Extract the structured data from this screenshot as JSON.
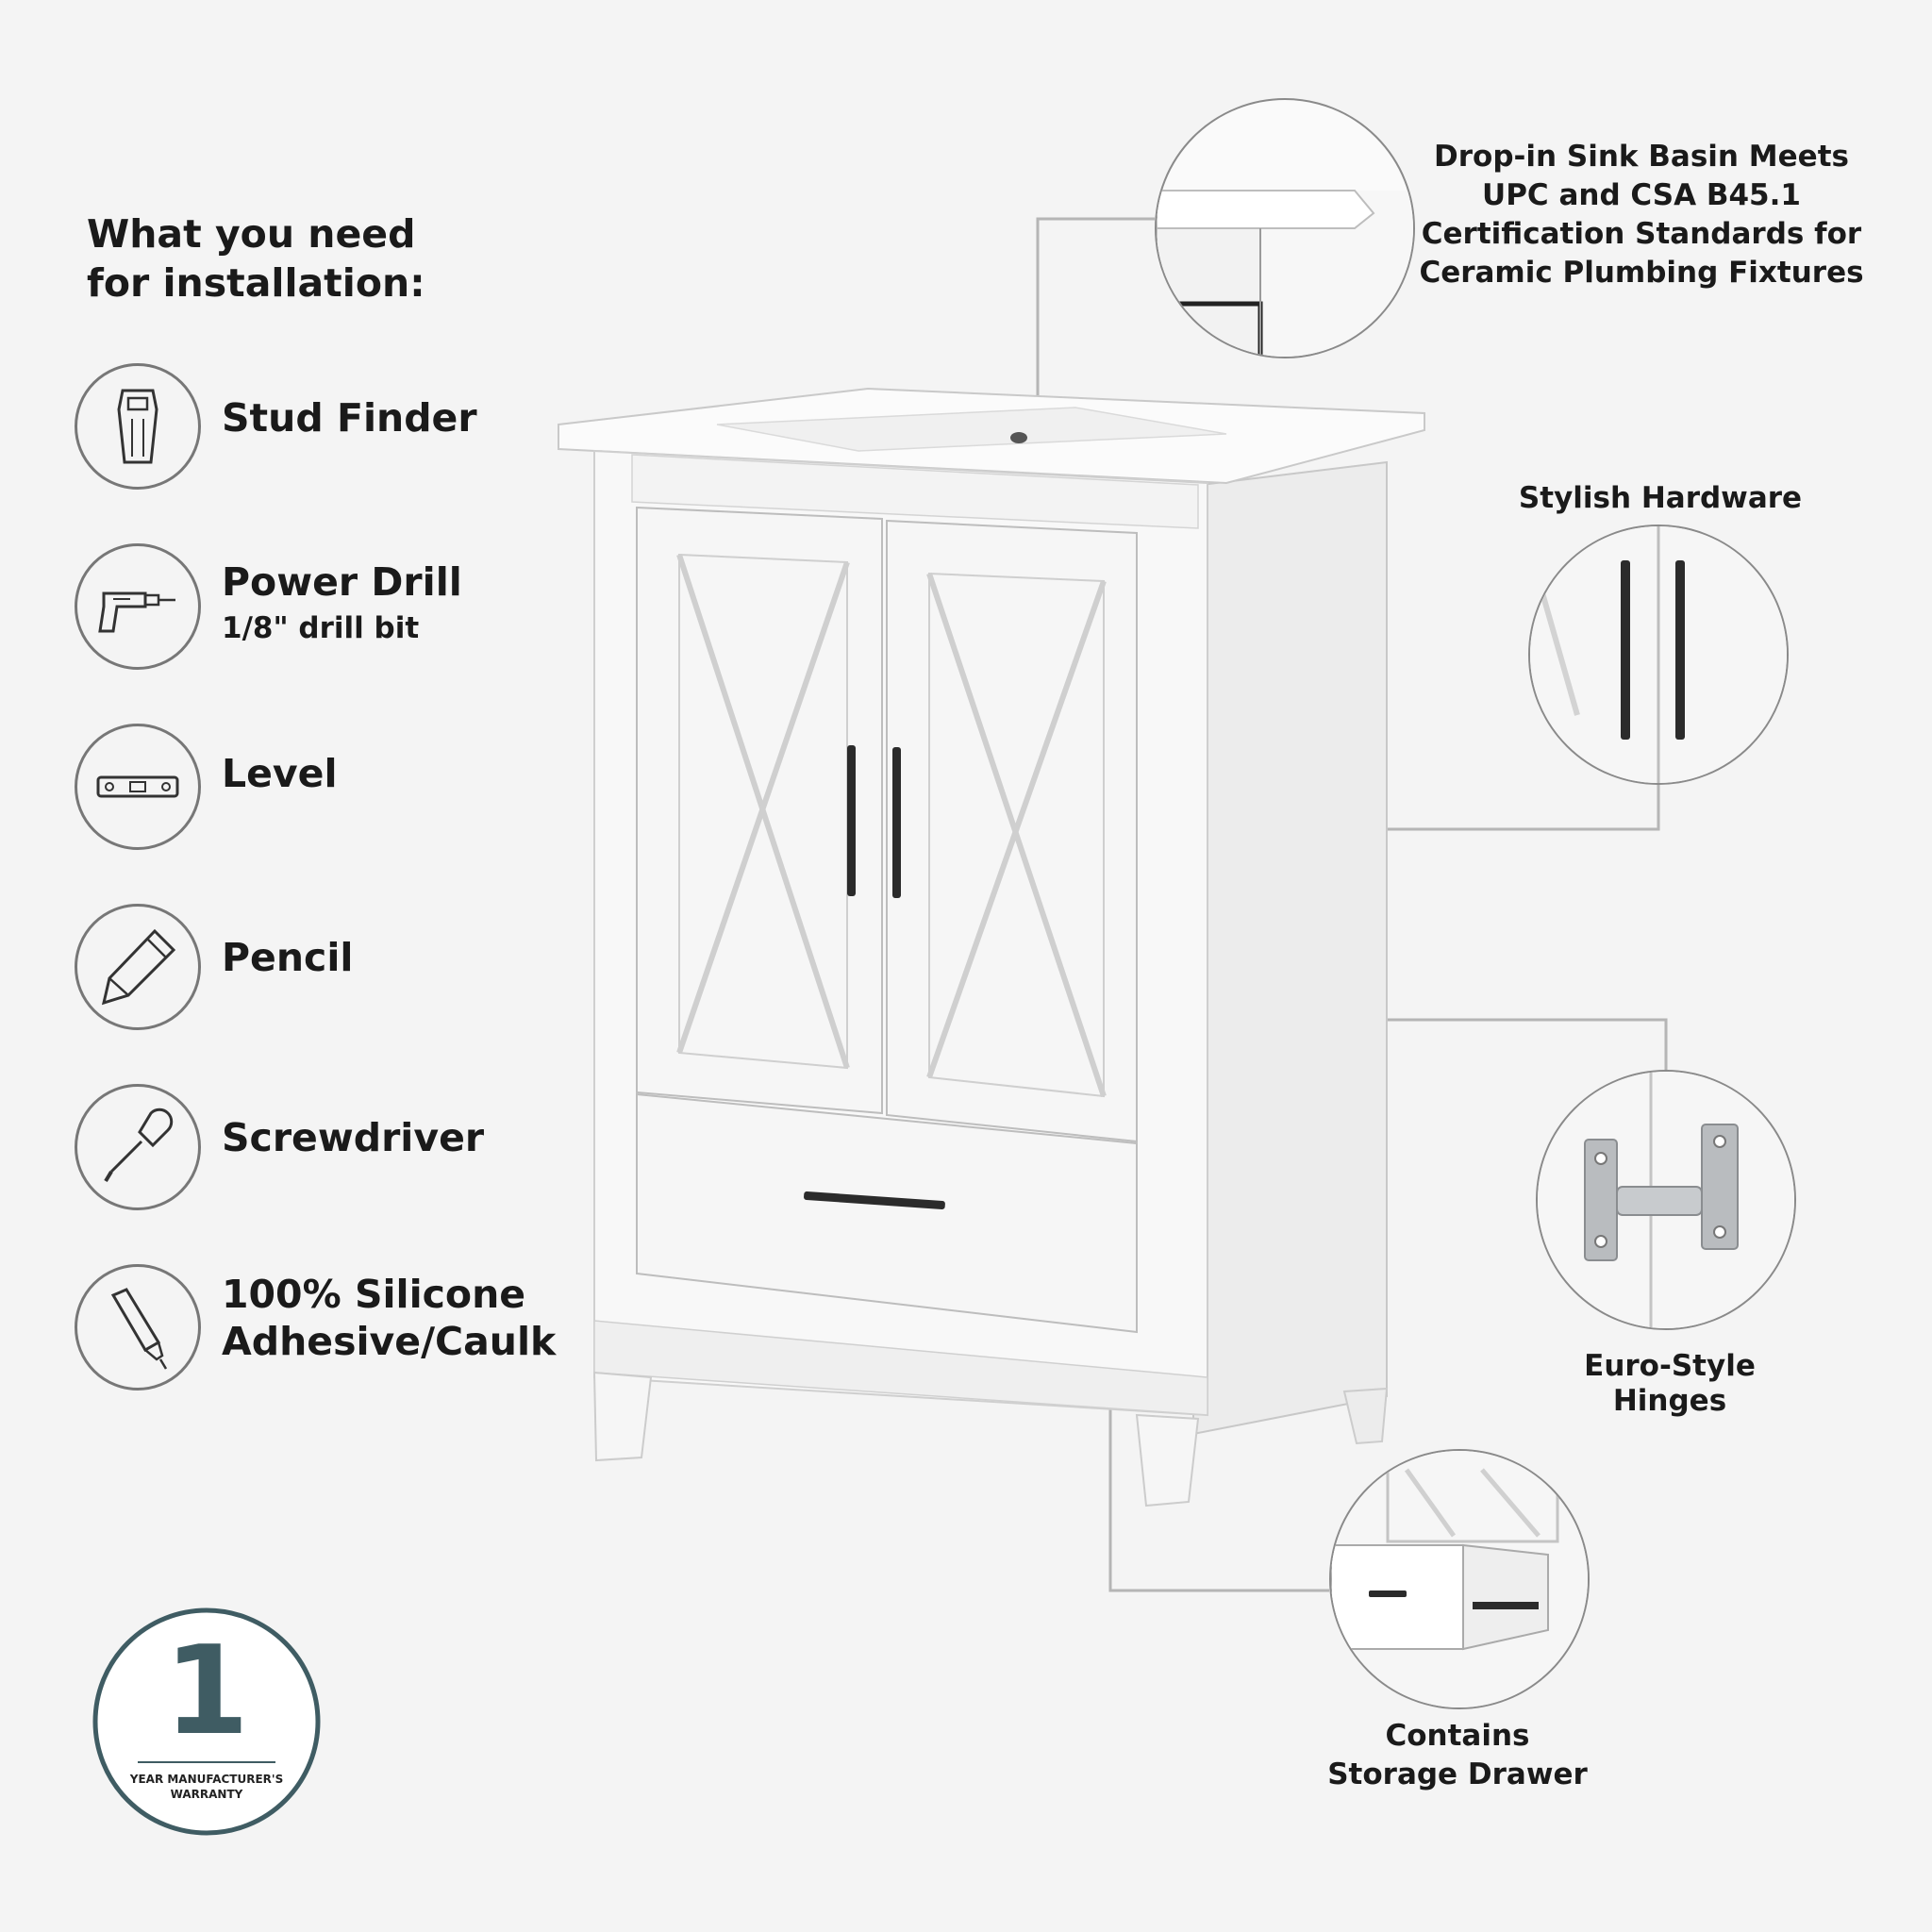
{
  "installation": {
    "heading_line1": "What you need",
    "heading_line2": "for installation:",
    "tools": [
      {
        "label": "Stud Finder",
        "icon": "stud-finder-icon"
      },
      {
        "label": "Power Drill",
        "sublabel": "1/8\" drill bit",
        "icon": "power-drill-icon"
      },
      {
        "label": "Level",
        "icon": "level-icon"
      },
      {
        "label": "Pencil",
        "icon": "pencil-icon"
      },
      {
        "label": "Screwdriver",
        "icon": "screwdriver-icon"
      },
      {
        "label_line1": "100% Silicone",
        "label_line2": "Adhesive/Caulk",
        "icon": "caulk-icon"
      }
    ]
  },
  "features": {
    "sink": {
      "lines": [
        "Drop-in Sink Basin Meets",
        "UPC and CSA B45.1",
        "Certification Standards for",
        "Ceramic Plumbing Fixtures"
      ]
    },
    "hardware": {
      "label": "Stylish Hardware"
    },
    "hinges": {
      "line1": "Euro-Style",
      "line2": "Hinges"
    },
    "drawer": {
      "line1": "Contains",
      "line2": "Storage Drawer"
    }
  },
  "warranty": {
    "number": "1",
    "line1": "YEAR MANUFACTURER'S",
    "line2": "WARRANTY"
  },
  "colors": {
    "background": "#f4f4f4",
    "text": "#1a1a1a",
    "warranty_teal": "#3f5c63",
    "hardware_black": "#2b2b2b",
    "leader_gray": "#b5b5b5"
  }
}
